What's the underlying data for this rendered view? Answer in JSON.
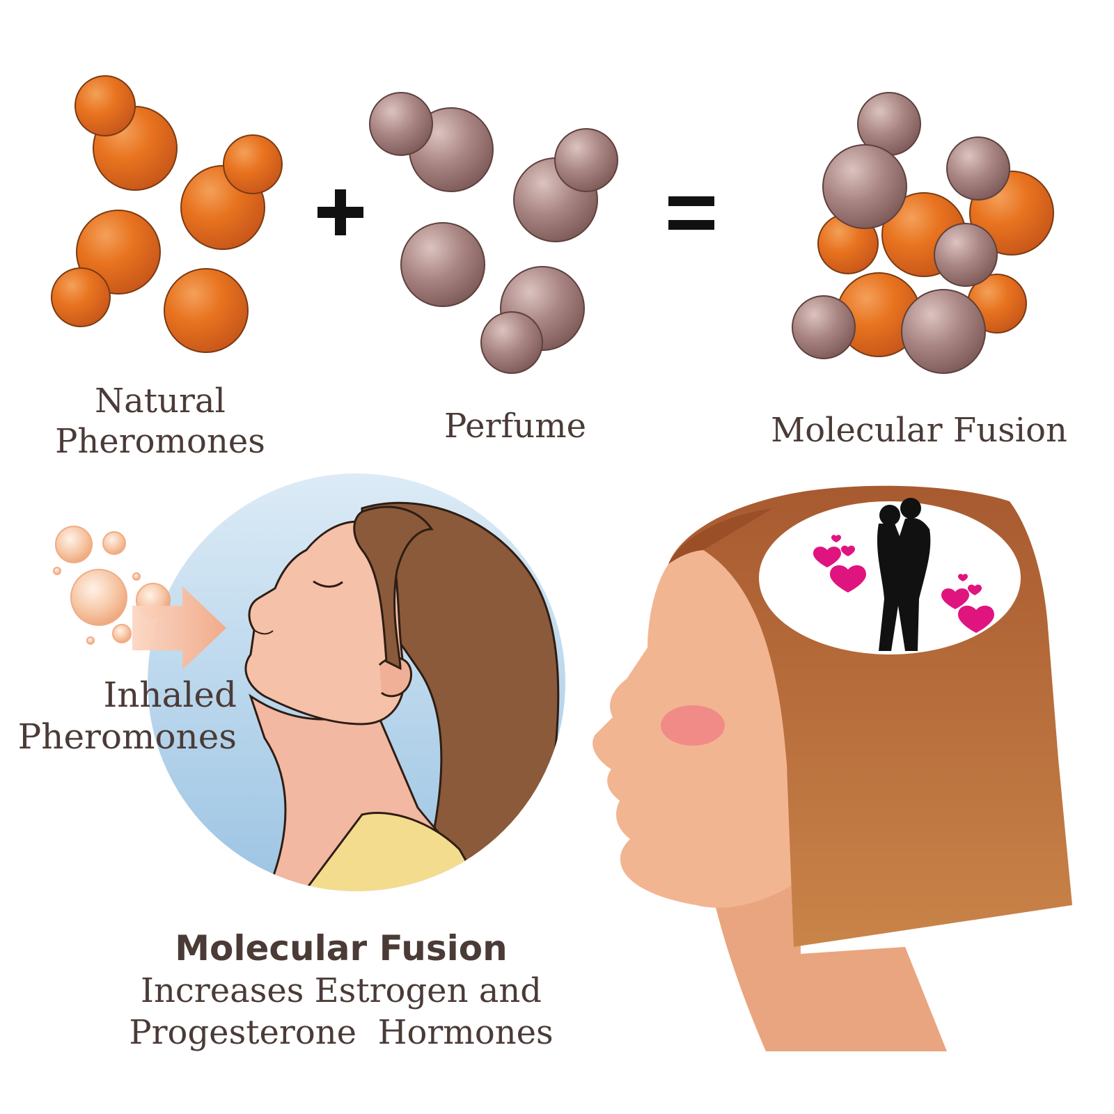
{
  "labels": {
    "natural": "Natural\nPheromones",
    "perfume": "Perfume",
    "fusion": "Molecular Fusion",
    "inhaled": "Inhaled\nPheromones"
  },
  "operators": {
    "plus": "+",
    "equals": "="
  },
  "caption": {
    "title": "Molecular Fusion",
    "line1": "Increases Estrogen and",
    "line2": "Progesterone  Hormones"
  },
  "colors": {
    "pheromone": "#e8731f",
    "perfume": "#a98683",
    "text": "#4a3b37",
    "hair": "#b8703f",
    "skin": "#f2b591",
    "heart": "#e0147f"
  }
}
